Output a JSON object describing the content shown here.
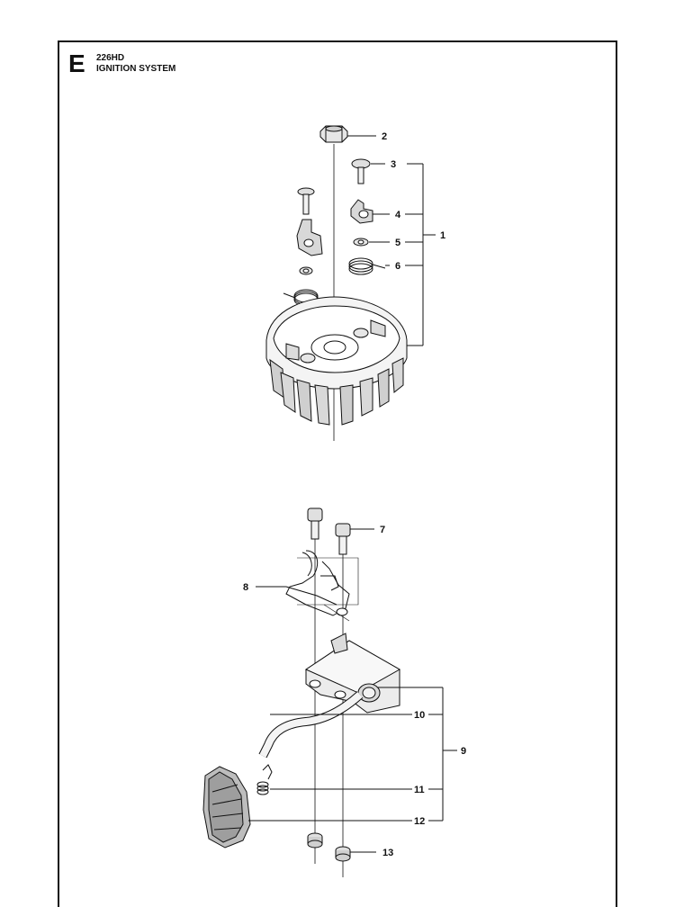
{
  "header": {
    "section_letter": "E",
    "model": "226HD",
    "title": "IGNITION SYSTEM"
  },
  "callouts": [
    {
      "id": "c1",
      "label": "1"
    },
    {
      "id": "c2",
      "label": "2"
    },
    {
      "id": "c3",
      "label": "3"
    },
    {
      "id": "c4",
      "label": "4"
    },
    {
      "id": "c5",
      "label": "5"
    },
    {
      "id": "c6",
      "label": "6"
    },
    {
      "id": "c7",
      "label": "7"
    },
    {
      "id": "c8",
      "label": "8"
    },
    {
      "id": "c9",
      "label": "9"
    },
    {
      "id": "c10",
      "label": "10"
    },
    {
      "id": "c11",
      "label": "11"
    },
    {
      "id": "c12",
      "label": "12"
    },
    {
      "id": "c13",
      "label": "13"
    }
  ]
}
